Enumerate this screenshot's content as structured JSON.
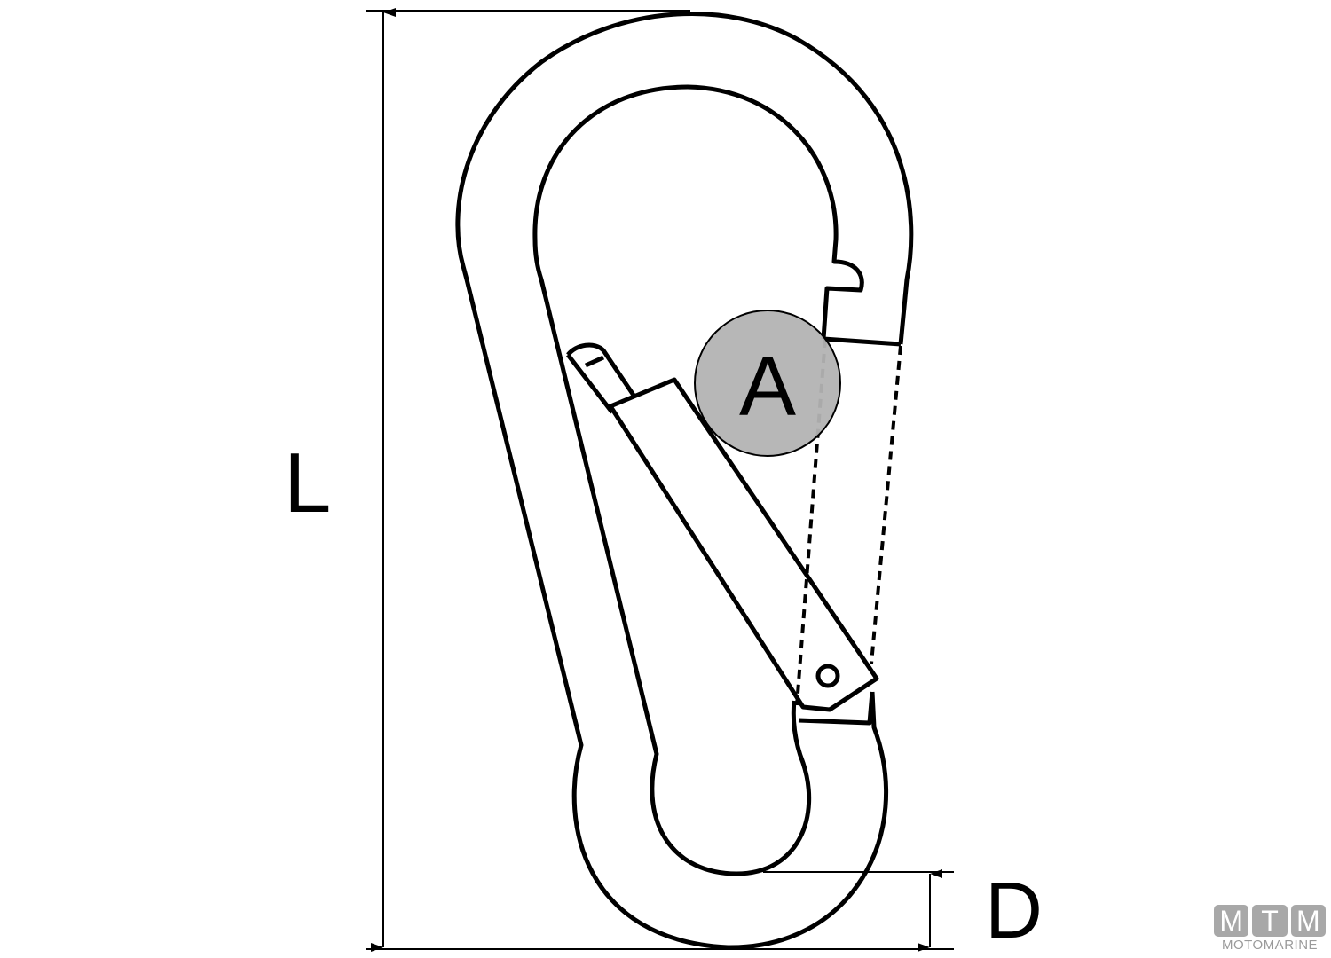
{
  "labels": {
    "length": "L",
    "diameter": "D",
    "detail": "A"
  },
  "logo": {
    "letters": [
      "M",
      "T",
      "M"
    ],
    "brand": "MOTOMARINE"
  },
  "colors": {
    "stroke": "#000000",
    "detail_fill": "#b3b3b3",
    "logo": "#a8a8a8"
  }
}
